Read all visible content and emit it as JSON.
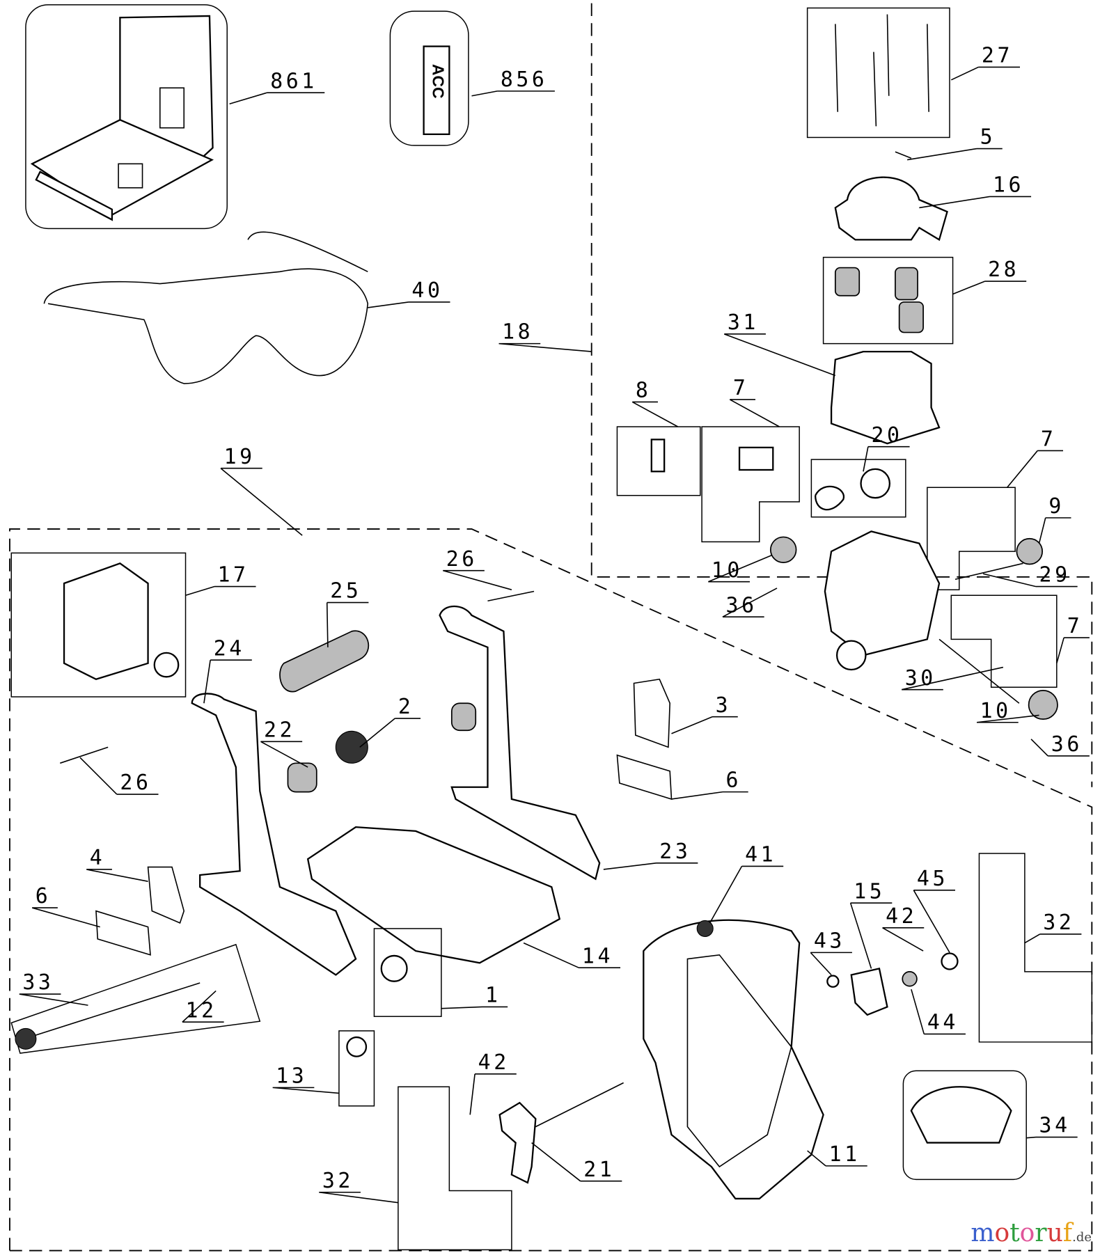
{
  "diagram": {
    "part_labels": [
      "861",
      "856",
      "27",
      "5",
      "16",
      "28",
      "31",
      "18",
      "40",
      "8",
      "7",
      "20",
      "7",
      "9",
      "19",
      "17",
      "26",
      "25",
      "24",
      "10",
      "36",
      "29",
      "7",
      "30",
      "10",
      "36",
      "3",
      "2",
      "22",
      "26",
      "6",
      "23",
      "41",
      "4",
      "6",
      "45",
      "15",
      "42",
      "32",
      "43",
      "14",
      "33",
      "1",
      "12",
      "44",
      "13",
      "42",
      "34",
      "11",
      "21",
      "32"
    ],
    "tag_text": "ACC",
    "watermark": {
      "text": "motoruf",
      "suffix": ".de",
      "colors": [
        "#3a5fcd",
        "#d63a3a",
        "#2e9e3e",
        "#e0559a",
        "#2e9e3e",
        "#d63a3a",
        "#e8a317"
      ]
    }
  }
}
